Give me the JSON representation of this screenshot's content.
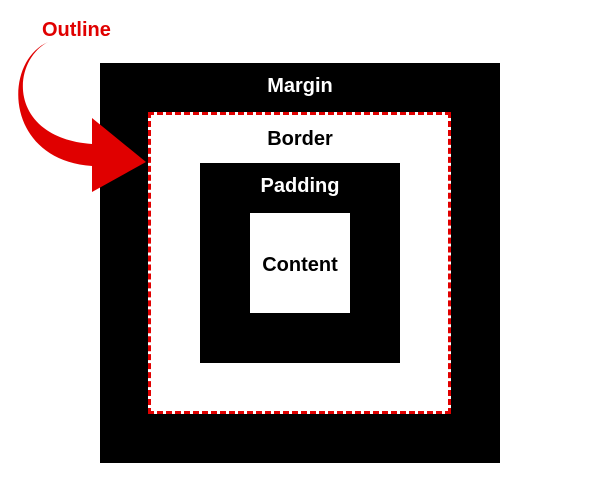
{
  "diagram": {
    "labels": {
      "outline": "Outline",
      "margin": "Margin",
      "border": "Border",
      "padding": "Padding",
      "content": "Content"
    },
    "colors": {
      "outline": "#e00000",
      "margin": "#000000",
      "border": "#ffffff",
      "padding": "#000000",
      "content": "#ffffff"
    },
    "icons": {
      "pointer": "curved-arrow-icon"
    }
  }
}
